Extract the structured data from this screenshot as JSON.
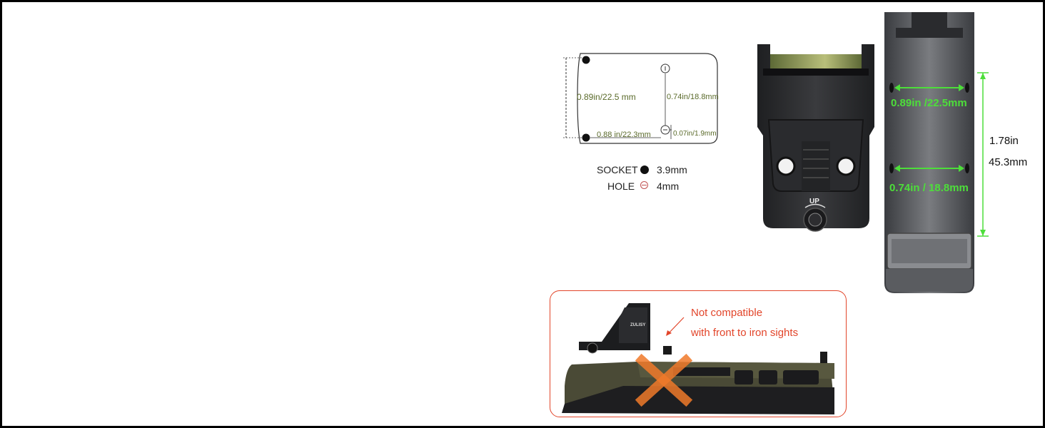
{
  "footprint": {
    "dim_left_height": "0.89in/22.5 mm",
    "dim_right_height": "0.74in/18.8mm",
    "dim_bottom_width": "0.88 in/22.3mm",
    "dim_small_offset": "0.07in/1.9mm"
  },
  "legend": {
    "socket_label": "SOCKET",
    "socket_value": "3.9mm",
    "hole_label": "HOLE",
    "hole_value": "4mm"
  },
  "sight": {
    "up_label": "UP"
  },
  "plate": {
    "top_spacing": "0.89in /22.5mm",
    "bottom_spacing": "0.74in / 18.8mm",
    "length_in": "1.78in",
    "length_mm": "45.3mm",
    "accent_color": "#4dde3a"
  },
  "compat": {
    "line1": "Not compatible",
    "line2": "with front to iron sights",
    "brand": "ZULISY",
    "border_color": "#e2452a"
  }
}
